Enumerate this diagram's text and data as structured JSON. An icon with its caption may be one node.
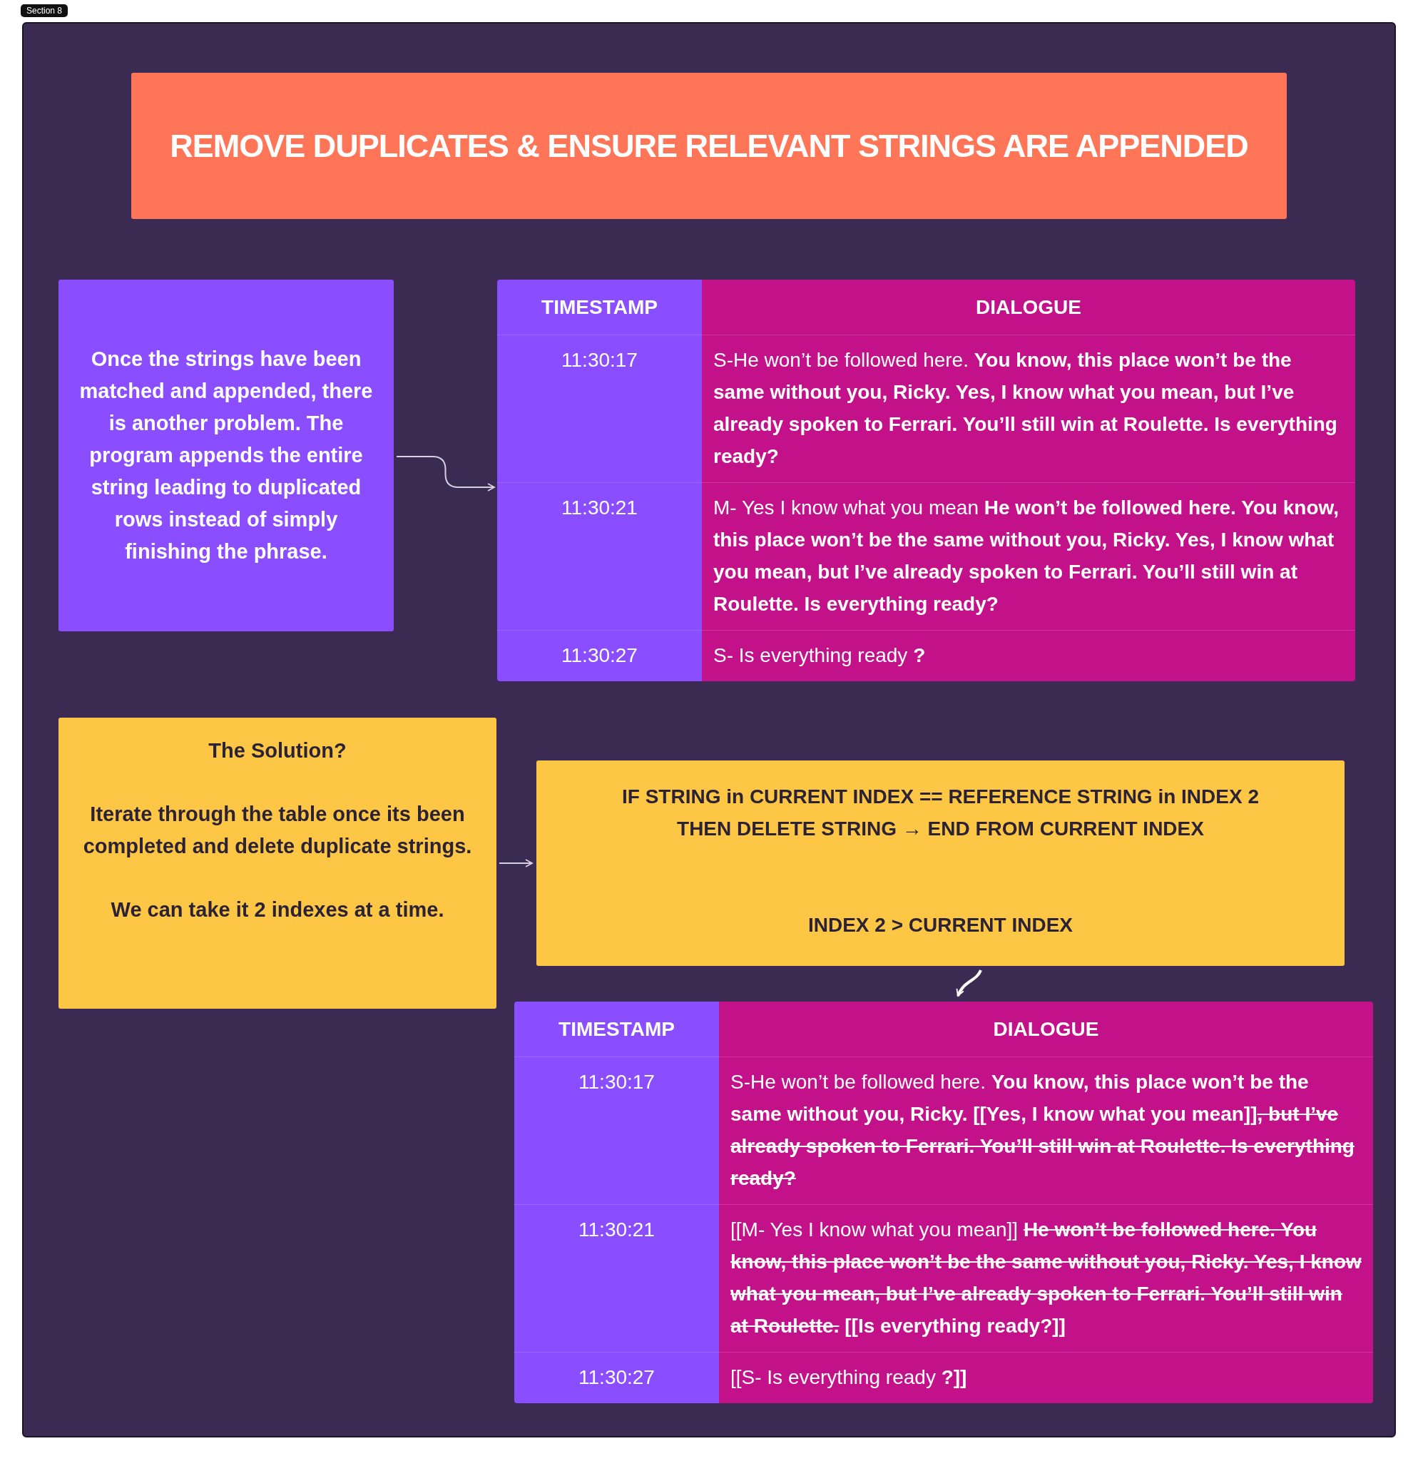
{
  "diagram": {
    "nodes": [
      {
        "text": [
          "REMOVE DUPLICATES & ENSURE RELEVANT STRINGS ARE APPENDED"
        ]
      },
      {
        "text": [
          "Once the strings have been matched and appended, there is another problem. The program appends the entire string leading to duplicated rows instead of simply finishing the phrase."
        ]
      },
      {
        "text": [
          "TIMESTAMP",
          "DIALOGUE",
          "11:30:17",
          "S-He won’t be followed here. **You know, this place won’t be the same without you, Ricky. Yes, I know what you mean, but I’ve already spoken to Ferrari. You’ll still win at Roulette. Is everything ready?**",
          "11:30:21",
          "M- Yes I know what you mean **He won’t be followed here. You know, this place won’t be the same without you, Ricky. Yes, I know what you mean, but I’ve already spoken to Ferrari. You’ll still win at Roulette. Is everything ready?**",
          "11:30:27",
          "S- Is everything ready **?**"
        ]
      },
      {
        "text": [
          "The Solution?",
          "Iterate through the table once its been completed and delete duplicate strings.",
          "We can take it 2 indexes at a time."
        ]
      },
      {
        "text": [
          "IF STRING in CURRENT INDEX == REFERENCE STRING in INDEX 2",
          "THEN DELETE STRING → END FROM CURRENT INDEX",
          "INDEX 2 > CURRENT INDEX"
        ]
      },
      {
        "text": [
          "TIMESTAMP",
          "DIALOGUE",
          "11:30:17",
          "S-He won’t be followed here. **You know, this place won’t be the same without you, Ricky. [[Yes, I know what you mean]]**",
          ", but I’ve already spoken to Ferrari. You’ll still win at Roulette. Is everything ready?",
          "11:30:21",
          "[[M- Yes I know what you mean]]",
          "He won’t be followed here. You know, this place won’t be the same without you, Ricky. Yes, I know what you mean, but I’ve already spoken to Ferrari. You’ll still win at Roulette.",
          "[[Is everything ready?]]",
          "11:30:27",
          "[[S- Is everything ready **?]]**"
        ]
      }
    ],
    "edges": [
      {
        "from": 1,
        "to": 2,
        "arrow": "to"
      },
      {
        "from": 3,
        "to": 4,
        "arrow": "to"
      },
      {
        "from": 4,
        "to": 5,
        "arrow": "to",
        "color": "#ffffff"
      }
    ],
    "labels": [
      "Section 8"
    ]
  }
}
